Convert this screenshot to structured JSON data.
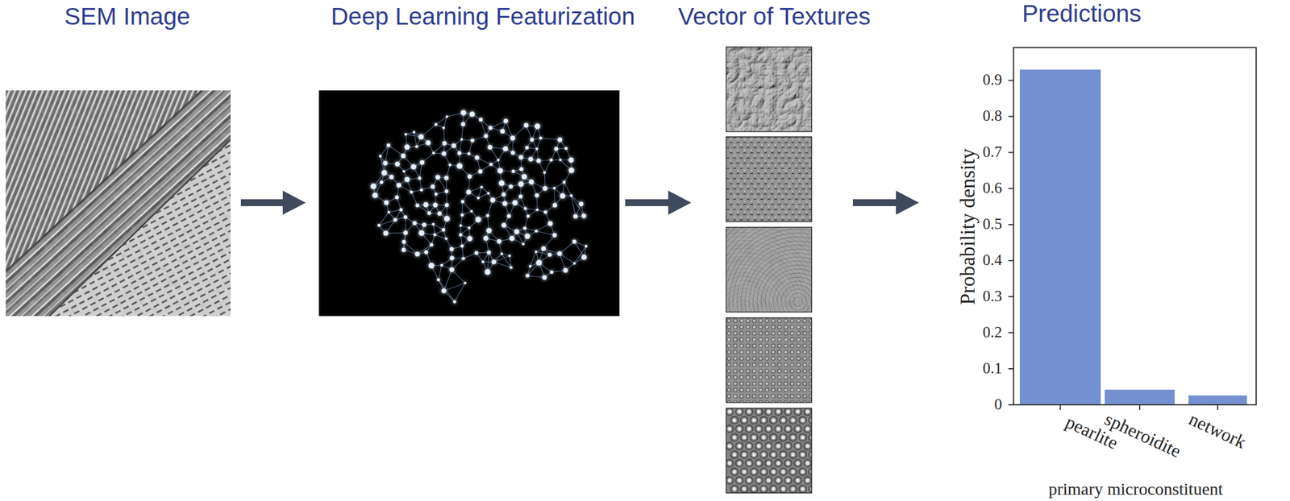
{
  "diagram": {
    "nodes": [
      {
        "text": [
          "SEM Image"
        ]
      },
      {
        "text": [
          "Deep Learning Featurization"
        ]
      },
      {
        "text": [
          "Vector of Textures"
        ]
      },
      {
        "text": [
          "Predictions"
        ]
      }
    ],
    "edges": [
      {
        "from": 0,
        "to": 1,
        "arrow": "to"
      },
      {
        "from": 1,
        "to": 2,
        "arrow": "to"
      },
      {
        "from": 2,
        "to": 3,
        "arrow": "to"
      }
    ],
    "labels": [
      "0",
      "0.1",
      "0.2",
      "0.3",
      "0.4",
      "0.5",
      "0.6",
      "0.7",
      "0.8",
      "0.9",
      "Probability density",
      "pearlite",
      "spheroidite",
      "network",
      "primary microconstituent"
    ]
  }
}
